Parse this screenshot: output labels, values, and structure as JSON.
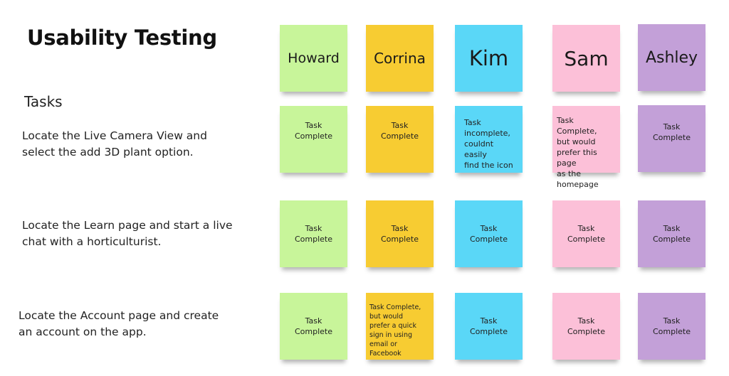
{
  "board": {
    "title": "Usability Testing",
    "tasks_heading": "Tasks"
  },
  "colors": {
    "green": "#c8f59a",
    "yellow": "#f7cc32",
    "blue": "#5ad7f7",
    "pink": "#fcc0d8",
    "purple": "#c3a0d8"
  },
  "participants": [
    "Howard",
    "Corrina",
    "Kim",
    "Sam",
    "Ashley"
  ],
  "tasks": [
    {
      "description": "Locate the Live Camera View and\nselect the add 3D plant option.",
      "results": [
        "Task Complete",
        "Task Complete",
        "Task\nincomplete,\ncouldnt easily\nfind the icon",
        "Task Complete,\nbut would\nprefer this page\nas the\nhomepage",
        "Task Complete"
      ]
    },
    {
      "description": "Locate the Learn page and start a live\nchat with a horticulturist.",
      "results": [
        "Task Complete",
        "Task Complete",
        "Task Complete",
        "Task Complete",
        "Task Complete"
      ]
    },
    {
      "description": "Locate the Account page and create\nan account on the app.",
      "results": [
        "Task Complete",
        "Task Complete,\nbut would\nprefer a quick\nsign in using\nemail or\nFacebook",
        "Task Complete",
        "Task Complete",
        "Task Complete"
      ]
    }
  ]
}
